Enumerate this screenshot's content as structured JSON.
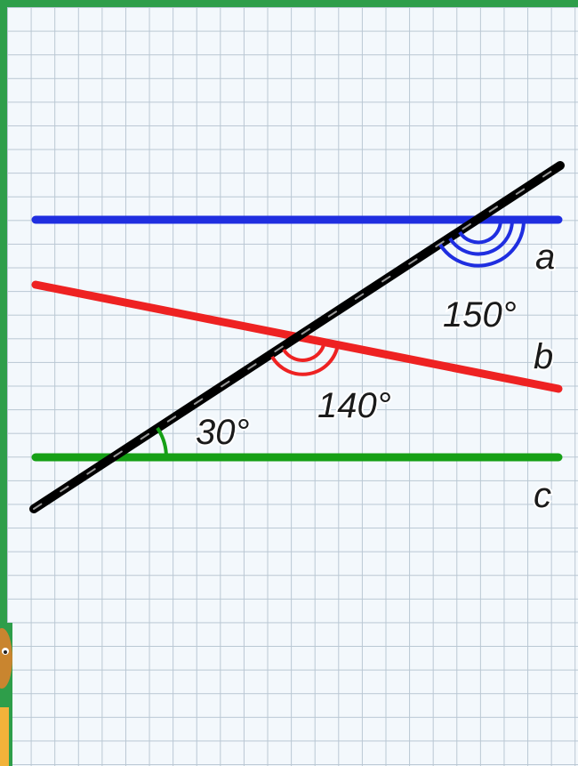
{
  "diagram": {
    "lines": [
      {
        "id": "a",
        "label": "a",
        "color": "#1f2ee0"
      },
      {
        "id": "b",
        "label": "b",
        "color": "#ee2222"
      },
      {
        "id": "c",
        "label": "c",
        "color": "#16a016"
      }
    ],
    "transversal_color": "#000000",
    "angles": [
      {
        "value": "150°",
        "color": "#1f2ee0"
      },
      {
        "value": "140°",
        "color": "#ee2222"
      },
      {
        "value": "30°",
        "color": "#16a016"
      }
    ]
  }
}
